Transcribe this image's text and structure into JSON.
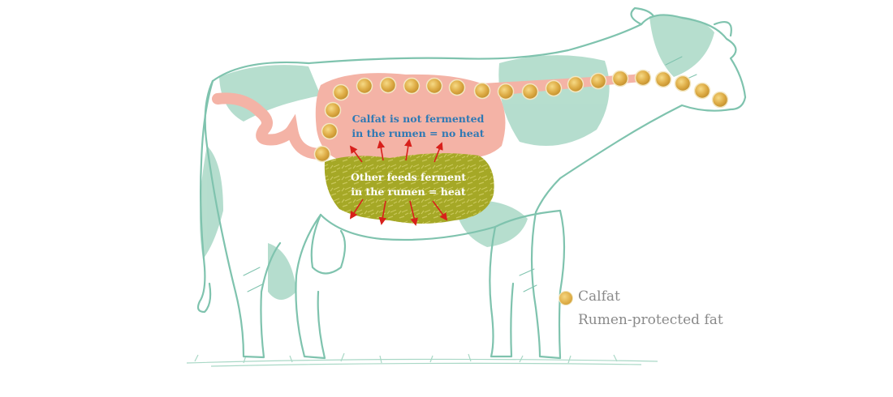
{
  "diagram": {
    "rumen_label_line1": "Calfat is not fermented",
    "rumen_label_line2": "in the rumen = no heat",
    "feed_label_line1": "Other feeds ferment",
    "feed_label_line2": "in the rumen = heat"
  },
  "legend": {
    "title": "Calfat",
    "subtitle": "Rumen-protected fat"
  },
  "colors": {
    "cow_outline": "#7fc3ae",
    "cow_patch": "#a9d8c6",
    "rumen": "#f4b3a6",
    "feed": "#a5a826",
    "pellet": "#dcb04a",
    "arrow": "#d8201b",
    "rumen_text": "#2f79b4",
    "legend_text": "#8a8a8a"
  }
}
